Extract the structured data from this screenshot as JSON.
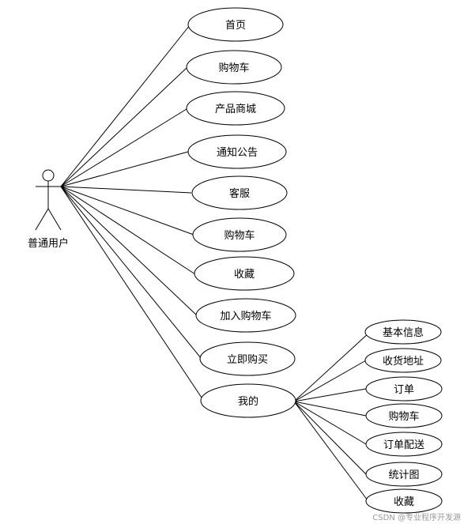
{
  "actor": {
    "label": "普通用户"
  },
  "use_cases": [
    {
      "label": "首页"
    },
    {
      "label": "购物车"
    },
    {
      "label": "产品商城"
    },
    {
      "label": "通知公告"
    },
    {
      "label": "客服"
    },
    {
      "label": "购物车"
    },
    {
      "label": "收藏"
    },
    {
      "label": "加入购物车"
    },
    {
      "label": "立即购买"
    },
    {
      "label": "我的"
    }
  ],
  "my_sub_cases": [
    {
      "label": "基本信息"
    },
    {
      "label": "收货地址"
    },
    {
      "label": "订单"
    },
    {
      "label": "购物车"
    },
    {
      "label": "订单配送"
    },
    {
      "label": "统计图"
    },
    {
      "label": "收藏"
    }
  ],
  "watermark": "CSDN @专业程序开发源"
}
